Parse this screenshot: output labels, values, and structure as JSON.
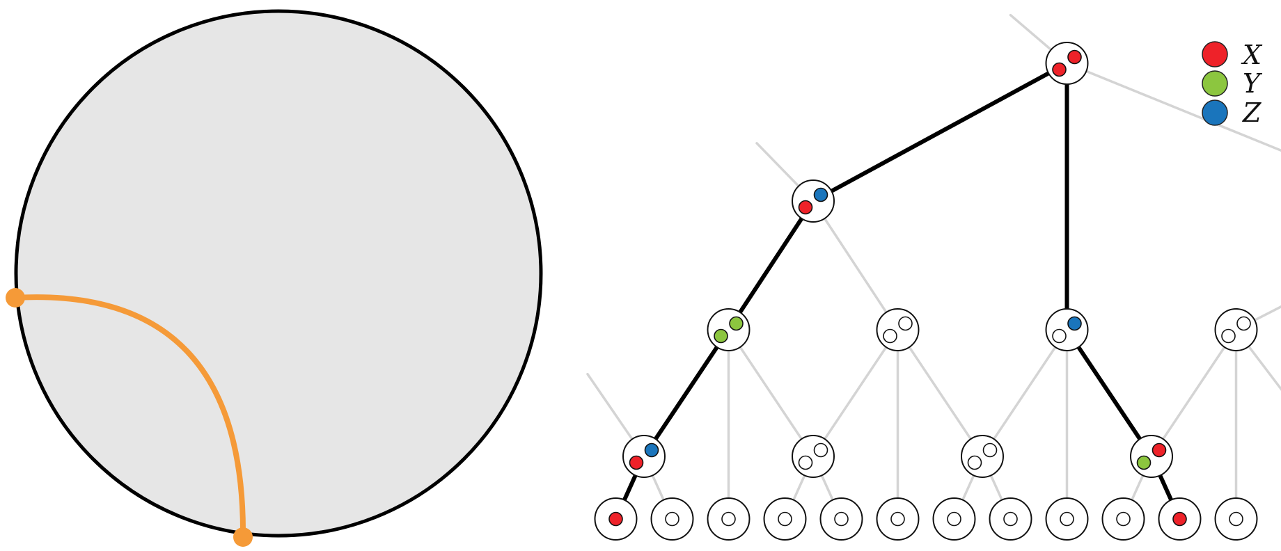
{
  "colors": {
    "disk_fill": "#e6e6e6",
    "disk_stroke": "#000000",
    "geodesic": "#f59a38",
    "tree_main": "#000000",
    "tree_faint": "#d4d4d4",
    "node_fill": "#ffffff",
    "x": "#ee2229",
    "y": "#8cc63f",
    "z": "#1a75bc",
    "empty": "#ffffff"
  },
  "legend": {
    "items": [
      {
        "key": "x",
        "label": "X"
      },
      {
        "key": "y",
        "label": "Y"
      },
      {
        "key": "z",
        "label": "Z"
      }
    ]
  },
  "tree": {
    "levels": 5,
    "nodes": [
      {
        "id": "root",
        "level": 0,
        "slot": 6.5,
        "dots": [
          "x",
          "x"
        ]
      },
      {
        "id": "n1",
        "level": 1,
        "slot": 2.0,
        "dots": [
          "x",
          "z"
        ]
      },
      {
        "id": "n2",
        "level": 2,
        "slot": 0.5,
        "dots": [
          "y",
          "y"
        ]
      },
      {
        "id": "n3",
        "level": 2,
        "slot": 3.5,
        "dots": [
          "empty",
          "empty"
        ]
      },
      {
        "id": "n4",
        "level": 2,
        "slot": 6.5,
        "dots": [
          "empty",
          "z"
        ]
      },
      {
        "id": "n5",
        "level": 2,
        "slot": 9.5,
        "dots": [
          "empty",
          "empty"
        ]
      },
      {
        "id": "n6",
        "level": 3,
        "slot": -1.0,
        "dots": [
          "x",
          "z"
        ]
      },
      {
        "id": "n7",
        "level": 3,
        "slot": 2.0,
        "dots": [
          "empty",
          "empty"
        ]
      },
      {
        "id": "n8",
        "level": 3,
        "slot": 5.0,
        "dots": [
          "empty",
          "empty"
        ]
      },
      {
        "id": "n9",
        "level": 3,
        "slot": 8.0,
        "dots": [
          "y",
          "x"
        ]
      },
      {
        "id": "l0",
        "level": 4,
        "slot": -1.5,
        "dots": [
          "x"
        ]
      },
      {
        "id": "l1",
        "level": 4,
        "slot": -0.5,
        "dots": [
          "empty"
        ]
      },
      {
        "id": "l2",
        "level": 4,
        "slot": 0.5,
        "dots": [
          "empty"
        ]
      },
      {
        "id": "l3",
        "level": 4,
        "slot": 1.5,
        "dots": [
          "empty"
        ]
      },
      {
        "id": "l4",
        "level": 4,
        "slot": 2.5,
        "dots": [
          "empty"
        ]
      },
      {
        "id": "l5",
        "level": 4,
        "slot": 3.5,
        "dots": [
          "empty"
        ]
      },
      {
        "id": "l6",
        "level": 4,
        "slot": 4.5,
        "dots": [
          "empty"
        ]
      },
      {
        "id": "l7",
        "level": 4,
        "slot": 5.5,
        "dots": [
          "empty"
        ]
      },
      {
        "id": "l8",
        "level": 4,
        "slot": 6.5,
        "dots": [
          "empty"
        ]
      },
      {
        "id": "l9",
        "level": 4,
        "slot": 7.5,
        "dots": [
          "empty"
        ]
      },
      {
        "id": "l10",
        "level": 4,
        "slot": 8.5,
        "dots": [
          "x"
        ]
      },
      {
        "id": "l11",
        "level": 4,
        "slot": 9.5,
        "dots": [
          "empty"
        ]
      }
    ],
    "edges": [
      {
        "from": "root",
        "to": "n1",
        "style": "main"
      },
      {
        "from": "root",
        "to": "n4",
        "style": "main"
      },
      {
        "from": "n1",
        "to": "n2",
        "style": "main"
      },
      {
        "from": "n1",
        "to": "n3",
        "style": "faint"
      },
      {
        "from": "n2",
        "to": "n6",
        "style": "main"
      },
      {
        "from": "n2",
        "to": "l2",
        "style": "faint"
      },
      {
        "from": "n2",
        "to": "n7",
        "style": "faint"
      },
      {
        "from": "n3",
        "to": "n7",
        "style": "faint"
      },
      {
        "from": "n3",
        "to": "l5",
        "style": "faint"
      },
      {
        "from": "n3",
        "to": "n8",
        "style": "faint"
      },
      {
        "from": "n4",
        "to": "n8",
        "style": "faint"
      },
      {
        "from": "n4",
        "to": "l8",
        "style": "faint"
      },
      {
        "from": "n4",
        "to": "n9",
        "style": "main"
      },
      {
        "from": "n5",
        "to": "n9",
        "style": "faint"
      },
      {
        "from": "n5",
        "to": "l11",
        "style": "faint"
      },
      {
        "from": "n6",
        "to": "l0",
        "style": "main"
      },
      {
        "from": "n6",
        "to": "l1",
        "style": "faint"
      },
      {
        "from": "n7",
        "to": "l3",
        "style": "faint"
      },
      {
        "from": "n7",
        "to": "l4",
        "style": "faint"
      },
      {
        "from": "n8",
        "to": "l6",
        "style": "faint"
      },
      {
        "from": "n8",
        "to": "l7",
        "style": "faint"
      },
      {
        "from": "n9",
        "to": "l9",
        "style": "faint"
      },
      {
        "from": "n9",
        "to": "l10",
        "style": "main"
      }
    ],
    "stubs": [
      {
        "from": "root",
        "toward_slot": 5.5,
        "toward_level": -0.35
      },
      {
        "from": "root",
        "toward_slot": 12.5,
        "toward_level": 1.0
      },
      {
        "from": "n1",
        "toward_slot": 1.0,
        "toward_level": 0.58
      },
      {
        "from": "n5",
        "toward_slot": 11.5,
        "toward_level": 1.55
      },
      {
        "from": "n5",
        "toward_slot": 11.5,
        "toward_level": 3.35
      },
      {
        "from": "n6",
        "toward_slot": -2.0,
        "toward_level": 2.35
      }
    ]
  }
}
